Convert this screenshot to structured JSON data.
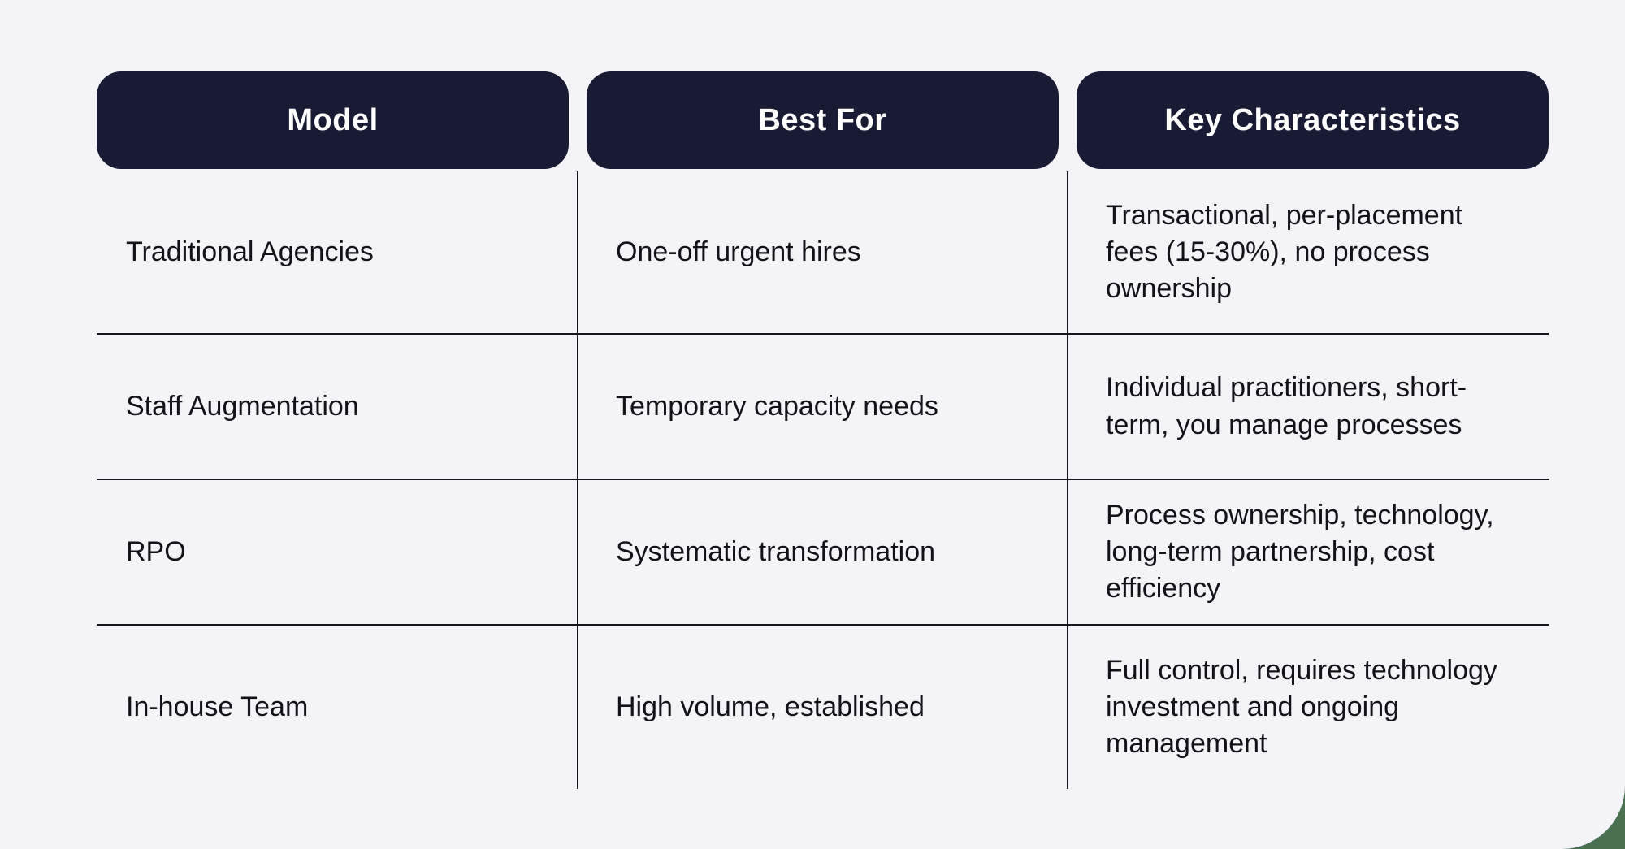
{
  "page": {
    "background_color": "#f4f4f8",
    "corner_accent_color": "#4a7052",
    "line_color": "#16171f"
  },
  "table": {
    "header_bg": "#191a33",
    "header_text_color": "#ffffff",
    "columns": [
      {
        "label": "Model"
      },
      {
        "label": "Best For"
      },
      {
        "label": "Key Characteristics"
      }
    ],
    "rows": [
      {
        "model": "Traditional Agencies",
        "best_for": "One-off urgent hires",
        "key_characteristics": "Transactional, per-placement fees (15-30%), no process ownership"
      },
      {
        "model": "Staff Augmentation",
        "best_for": "Temporary capacity needs",
        "key_characteristics": "Individual practitioners, short-term, you manage processes"
      },
      {
        "model": "RPO",
        "best_for": "Systematic transformation",
        "key_characteristics": "Process ownership, technology, long-term partnership, cost efficiency"
      },
      {
        "model": "In-house Team",
        "best_for": "High volume, established",
        "key_characteristics": "Full control, requires technology investment and ongoing management"
      }
    ]
  }
}
